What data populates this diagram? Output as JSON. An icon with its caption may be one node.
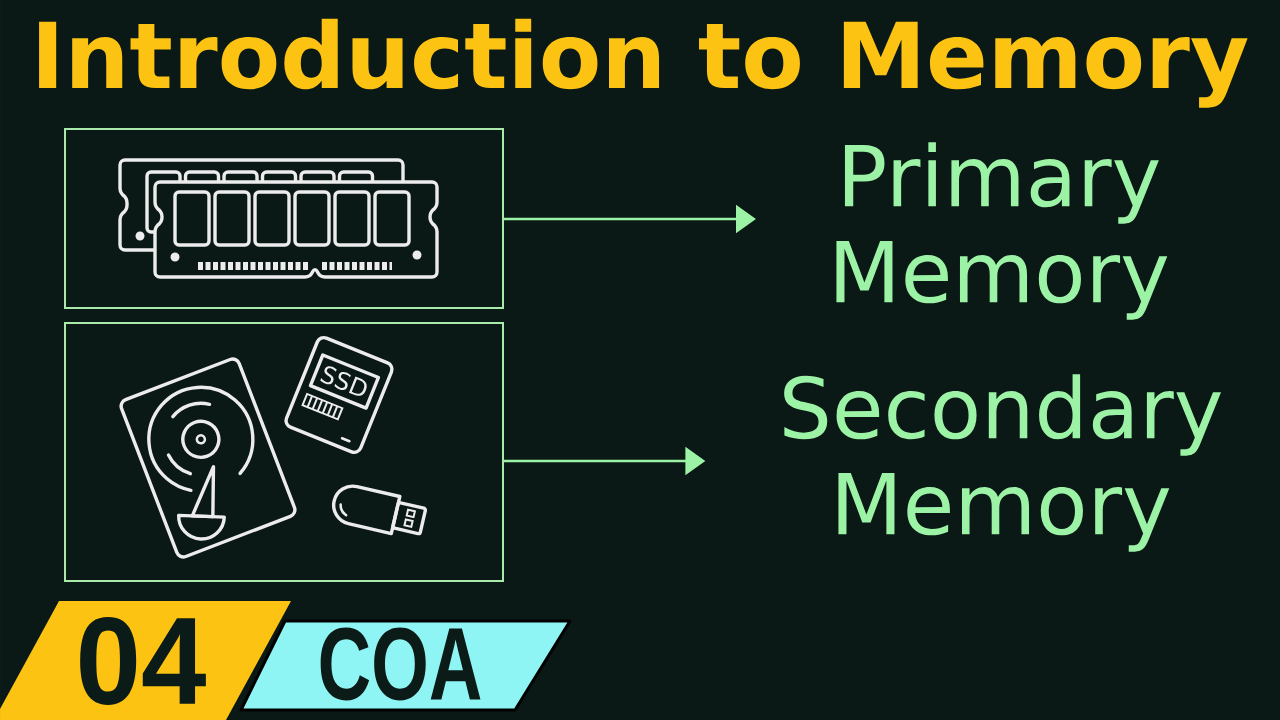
{
  "diagram": {
    "title": "Introduction to Memory",
    "nodes": [
      {
        "text": [],
        "shape": "picture"
      },
      {
        "text": [
          "Primary Memory"
        ]
      },
      {
        "text": [],
        "shape": "picture"
      },
      {
        "text": [
          "Secondary Memory"
        ]
      },
      {
        "text": [
          "04"
        ]
      },
      {
        "text": [
          "COA"
        ]
      }
    ],
    "edges": [
      {
        "from": 0,
        "to": 1,
        "arrow": "to"
      },
      {
        "from": 2,
        "to": 3,
        "arrow": "to"
      }
    ],
    "labels": [
      "SSD"
    ]
  }
}
